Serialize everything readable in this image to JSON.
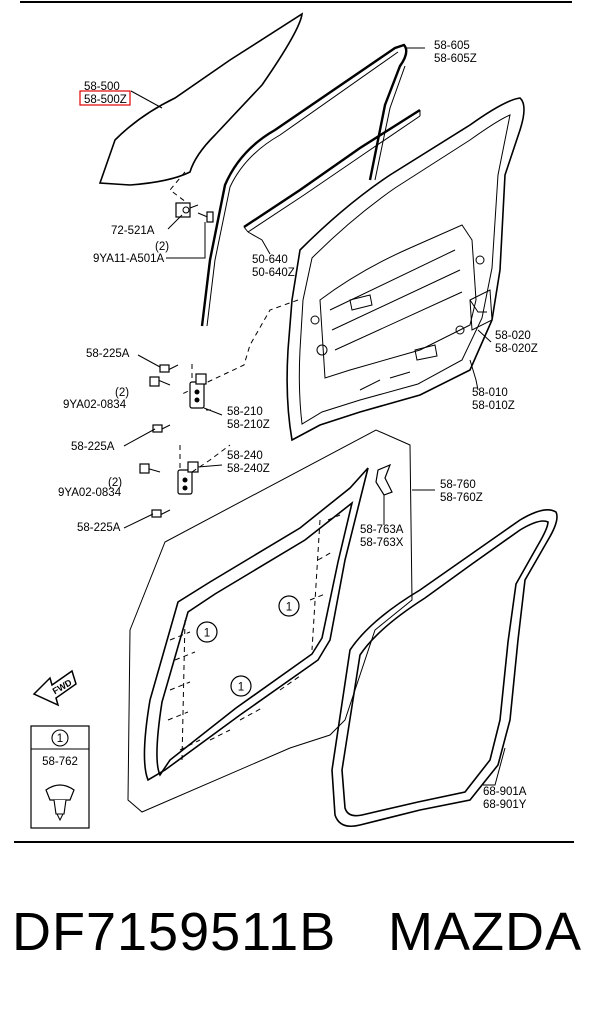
{
  "labels": {
    "glass_a": "58-500",
    "glass_b": "58-500Z",
    "channel_a": "58-605",
    "channel_b": "58-605Z",
    "weatherstrip_a": "50-640",
    "weatherstrip_b": "50-640Z",
    "clip": "72-521A",
    "bolt_qty_1": "(2)",
    "bolt_1": "9YA11-A501A",
    "regulator_a": "58-020",
    "regulator_b": "58-020Z",
    "door_a": "58-010",
    "door_b": "58-010Z",
    "screw_1": "58-225A",
    "bolt_qty_2": "(2)",
    "bolt_2": "9YA02-0834",
    "hinge_upper_a": "58-210",
    "hinge_upper_b": "58-210Z",
    "screw_2": "58-225A",
    "bolt_qty_3": "(2)",
    "bolt_3": "9YA02-0834",
    "hinge_lower_a": "58-240",
    "hinge_lower_b": "58-240Z",
    "screw_3": "58-225A",
    "trim_a": "58-760",
    "trim_b": "58-760Z",
    "bracket_a": "58-763A",
    "bracket_b": "58-763X",
    "callout_1": "1",
    "callout_2": "1",
    "callout_3": "1",
    "front_arrow": "FWD",
    "legend_callout": "1",
    "legend_part": "58-762",
    "seal_a": "68-901A",
    "seal_b": "68-901Y"
  },
  "highlight_color": "#e00000",
  "caption": {
    "part_number": "DF7159511B",
    "brand": "MAZDA"
  }
}
